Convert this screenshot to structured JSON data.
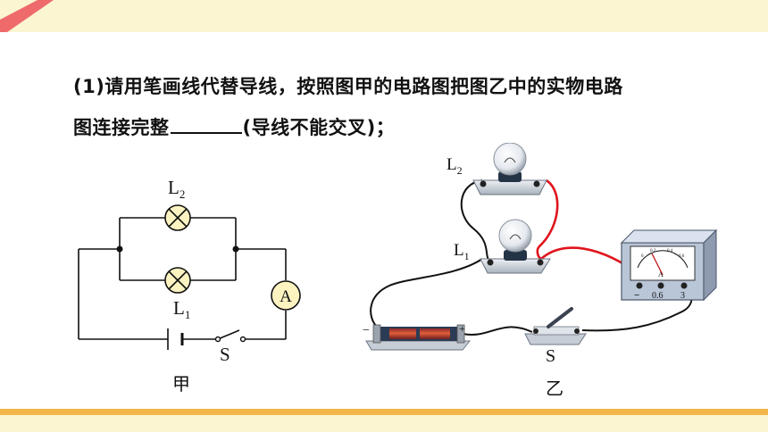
{
  "question": {
    "line1": "(1)请用笔画线代替导线，按照图甲的电路图把图乙中的实物电路",
    "line2_prefix": "图连接完整",
    "line2_suffix": "(导线不能交叉)；"
  },
  "diagram_jia": {
    "lamp_top_label": "L",
    "lamp_top_sub": "2",
    "lamp_bottom_label": "L",
    "lamp_bottom_sub": "1",
    "ammeter_symbol": "A",
    "switch_label": "S",
    "caption": "甲"
  },
  "diagram_yi": {
    "lamp_top_label": "L",
    "lamp_top_sub": "2",
    "lamp_bottom_label": "L",
    "lamp_bottom_sub": "1",
    "battery_minus": "−",
    "battery_plus": "+",
    "switch_label": "S",
    "meter_symbol": "A",
    "meter_terminal_minus": "−",
    "meter_terminal_mid": "0.6",
    "meter_terminal_max": "3",
    "meter_scale": [
      "0",
      "0.2",
      "0.4",
      "0.6"
    ],
    "caption": "乙"
  },
  "colors": {
    "lamp_fill": "#fdf3c1",
    "wire_red": "#e0141c",
    "accent_orange": "#f2b64a",
    "band_cream": "#fbf5d2"
  }
}
